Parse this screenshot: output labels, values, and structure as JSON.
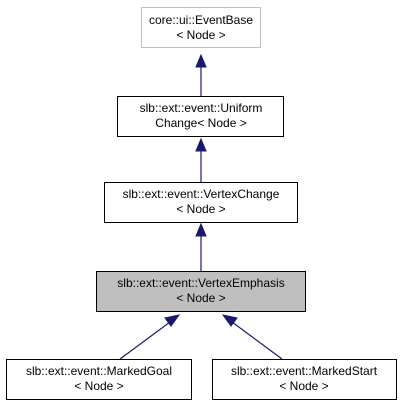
{
  "nodes": {
    "event_base": {
      "line1": "core::ui::EventBase",
      "line2": "< Node >"
    },
    "uniform_change": {
      "line1": "slb::ext::event::Uniform",
      "line2": "Change< Node >"
    },
    "vertex_change": {
      "line1": "slb::ext::event::VertexChange",
      "line2": "< Node >"
    },
    "vertex_emphasis": {
      "line1": "slb::ext::event::VertexEmphasis",
      "line2": "< Node >"
    },
    "marked_goal": {
      "line1": "slb::ext::event::MarkedGoal",
      "line2": "< Node >"
    },
    "marked_start": {
      "line1": "slb::ext::event::MarkedStart",
      "line2": "< Node >"
    }
  },
  "colors": {
    "edge": "#191970",
    "current_node_fill": "#bfbfbf",
    "muted_border": "#bfbfbf"
  }
}
